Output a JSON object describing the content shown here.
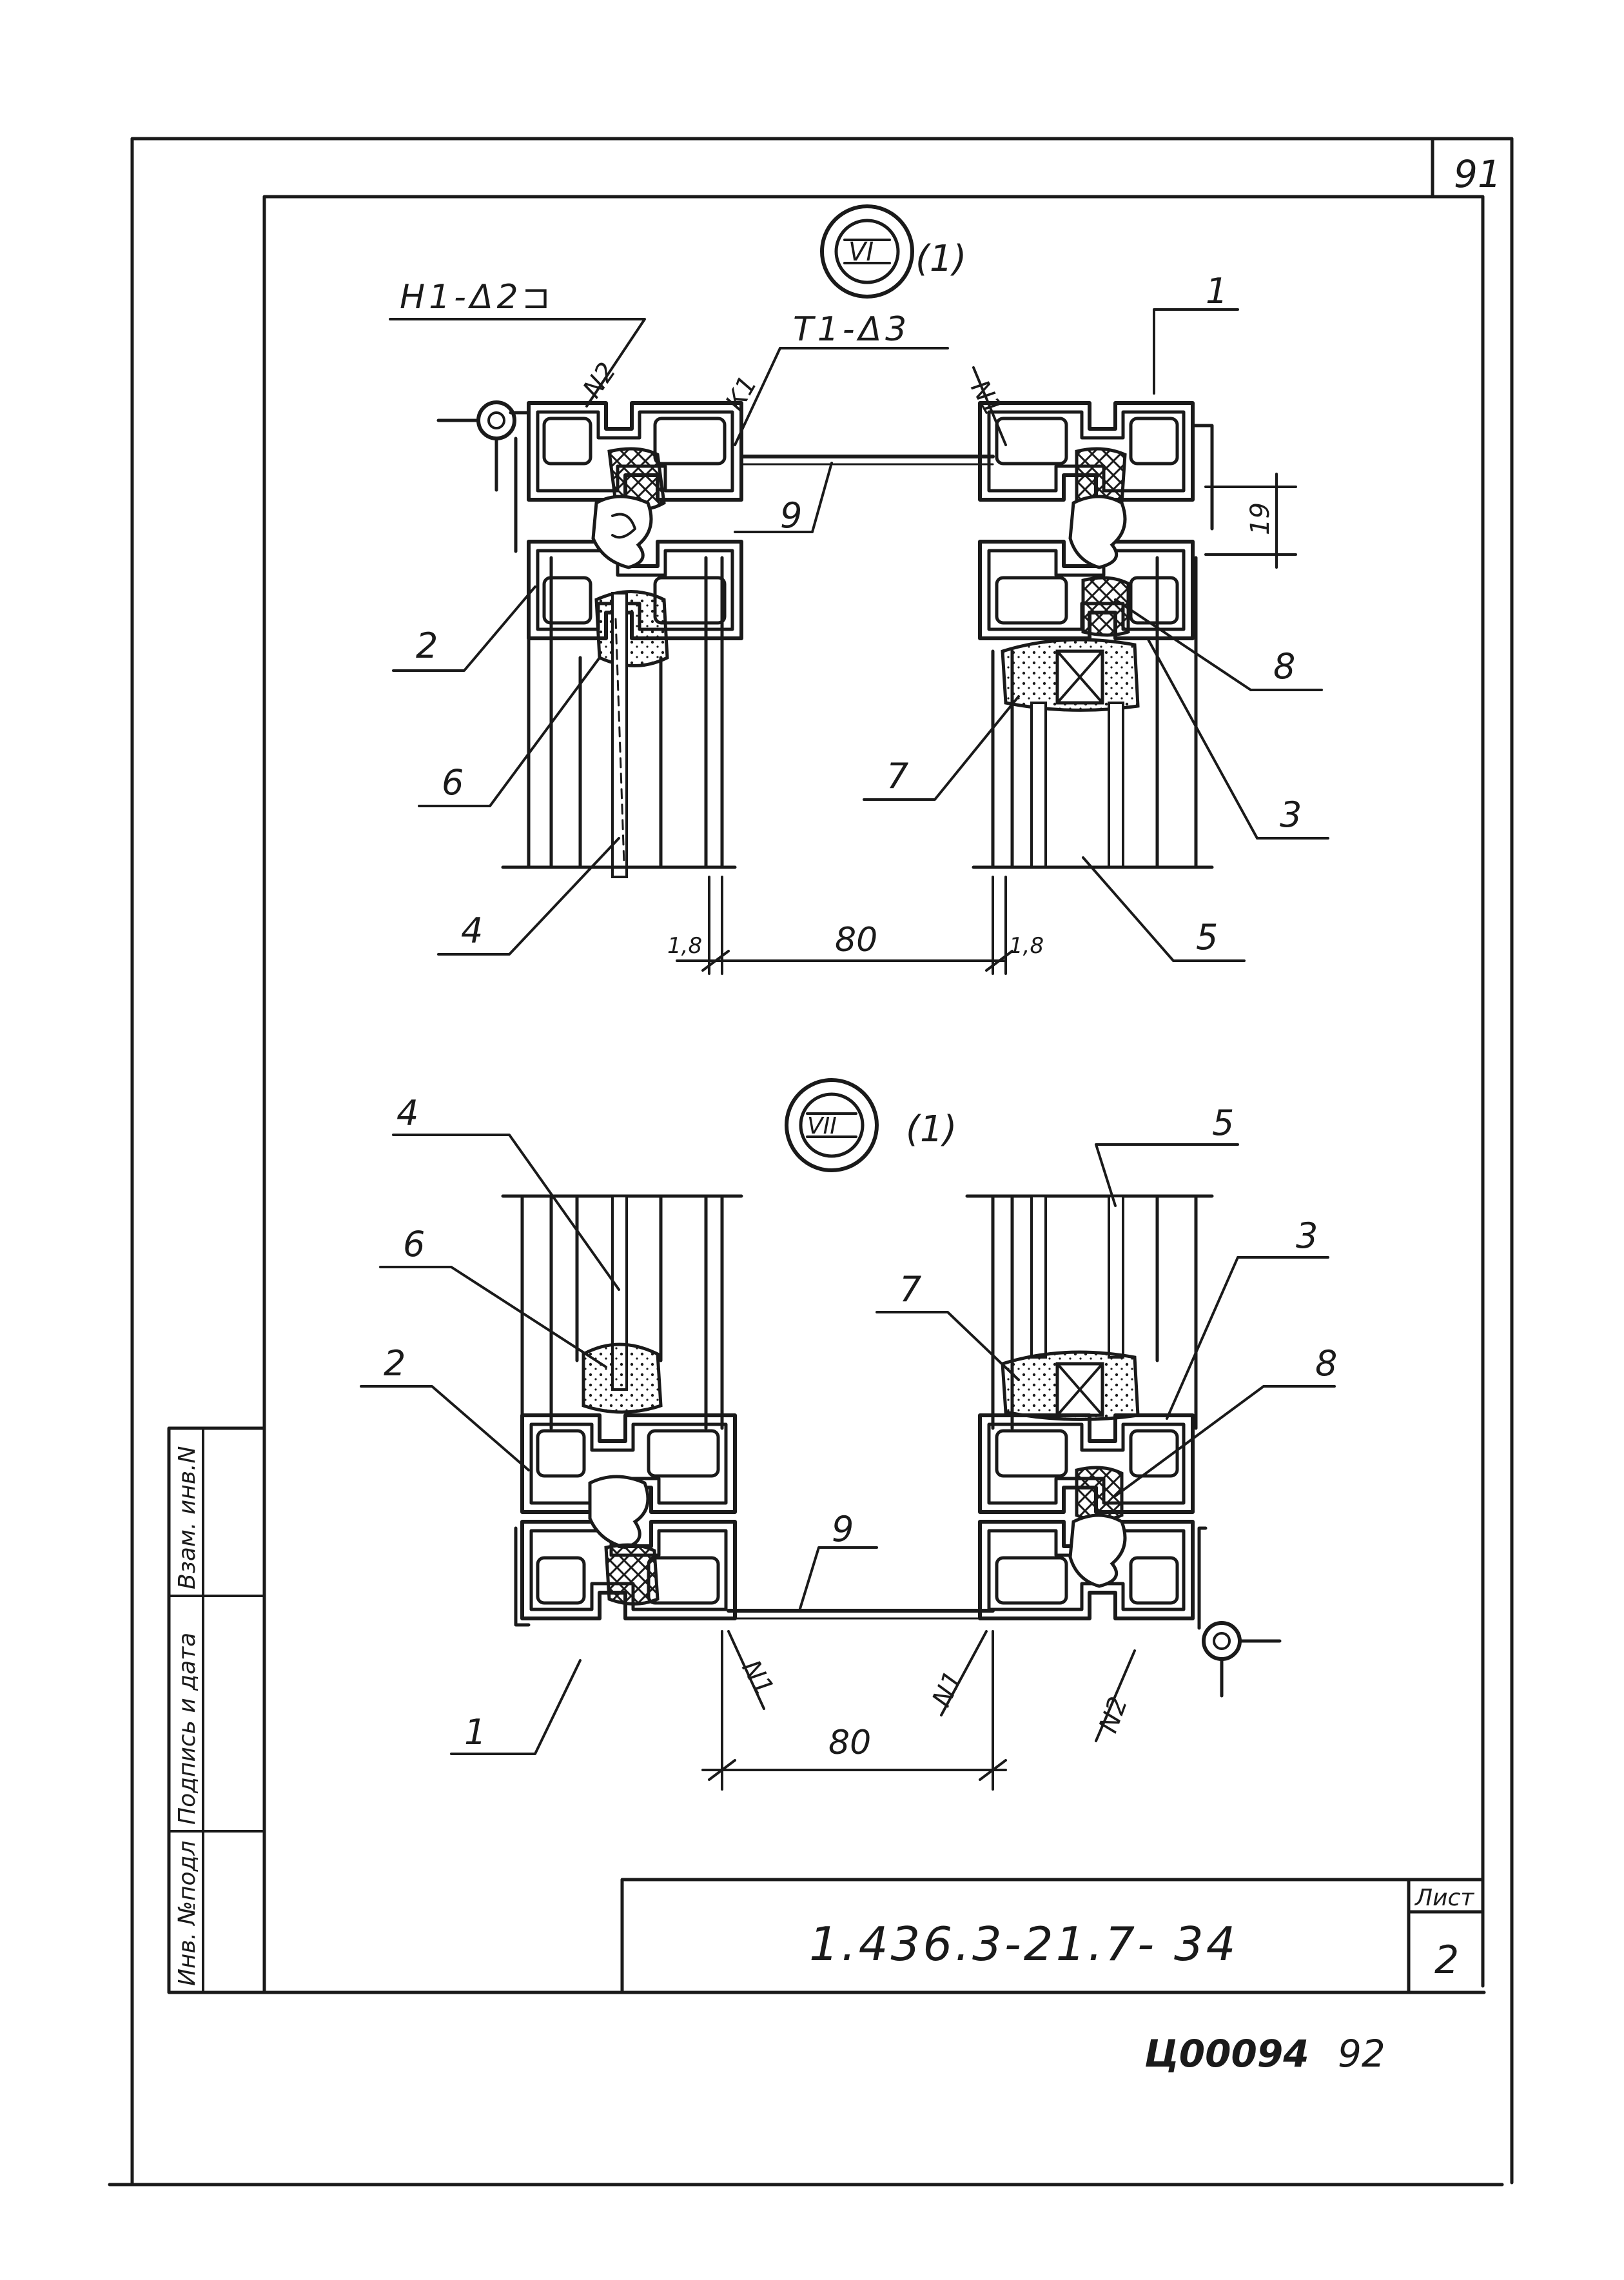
{
  "sheet": {
    "top_page_number": "91",
    "bottom_page_number": "92",
    "archive_code": "Ц00094"
  },
  "stamp": {
    "document_code": "1.436.3-21.7- 34",
    "sheet_label": "Лист",
    "sheet_number": "2"
  },
  "side_stamp": {
    "cols": [
      "Инв. №подл",
      "Подпись и дата",
      "Взам. инв.N"
    ]
  },
  "detail_vi": {
    "numeral": "VI",
    "note": "(1)",
    "weld_left": "Н1-Δ2⊐",
    "weld_top": "Т1-Δ3",
    "n_left": "N2",
    "k_label": "К1",
    "n_right": "N1",
    "dim_gap": "80",
    "dim_left": "1,8",
    "dim_right": "1,8",
    "dim_19": "19",
    "callouts": {
      "c1": "1",
      "c2": "2",
      "c3": "3",
      "c4": "4",
      "c5": "5",
      "c6": "6",
      "c7": "7",
      "c8": "8",
      "c9": "9"
    }
  },
  "detail_vii": {
    "numeral": "VII",
    "note": "(1)",
    "n_left": "N1",
    "n_mid": "N1",
    "n_right": "N2",
    "dim_gap": "80",
    "callouts": {
      "c1": "1",
      "c2": "2",
      "c3": "3",
      "c4": "4",
      "c5": "5",
      "c6": "6",
      "c7": "7",
      "c8": "8",
      "c9": "9"
    }
  }
}
